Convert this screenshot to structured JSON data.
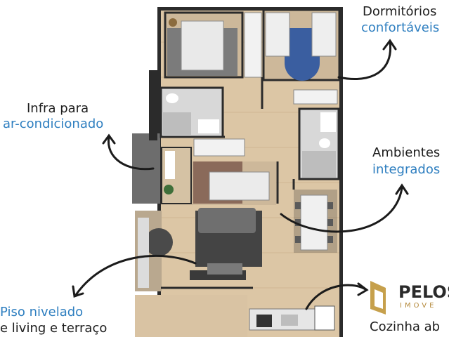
{
  "callouts": {
    "dormitorios": {
      "line1": "Dormitórios",
      "line2": "confortáveis"
    },
    "infra": {
      "line1": "Infra para",
      "line2": "ar-condicionado"
    },
    "ambientes": {
      "line1": "Ambientes",
      "line2": "integrados"
    },
    "piso": {
      "line1": "Piso nivelado",
      "line2": "e living e terraço"
    },
    "cozinha": {
      "line1": "Cozinha ab"
    }
  },
  "brand": {
    "name": "PELOS",
    "sub": "IMOVE"
  },
  "colors": {
    "accent_blue": "#2f7fc0",
    "brand_gold": "#c6a04c",
    "wall": "#2b2b2b",
    "floor_wood": "#d9c2a2"
  }
}
